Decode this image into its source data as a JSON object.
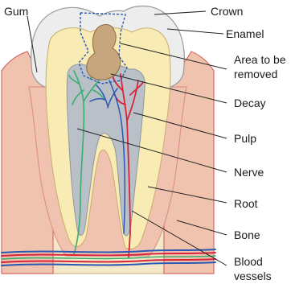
{
  "labels": {
    "gum": "Gum",
    "crown": "Crown",
    "enamel": "Enamel",
    "area_line1": "Area to be",
    "area_line2": "removed",
    "decay": "Decay",
    "pulp": "Pulp",
    "nerve": "Nerve",
    "root": "Root",
    "bone": "Bone",
    "blood_line1": "Blood",
    "blood_line2": "vessels"
  },
  "colors": {
    "enamel": "#ededed",
    "dentin": "#f8ecb4",
    "pulp": "#b9c0c8",
    "decay": "#c7a67d",
    "gum": "#f0c3ae",
    "gum_edge": "#d86a6a",
    "bone": "#f3e8c8",
    "bone_spot": "#c9a46c",
    "nerve": "#3cad6e",
    "artery": "#d8243a",
    "vein": "#2a58b4",
    "leader": "#222222"
  }
}
